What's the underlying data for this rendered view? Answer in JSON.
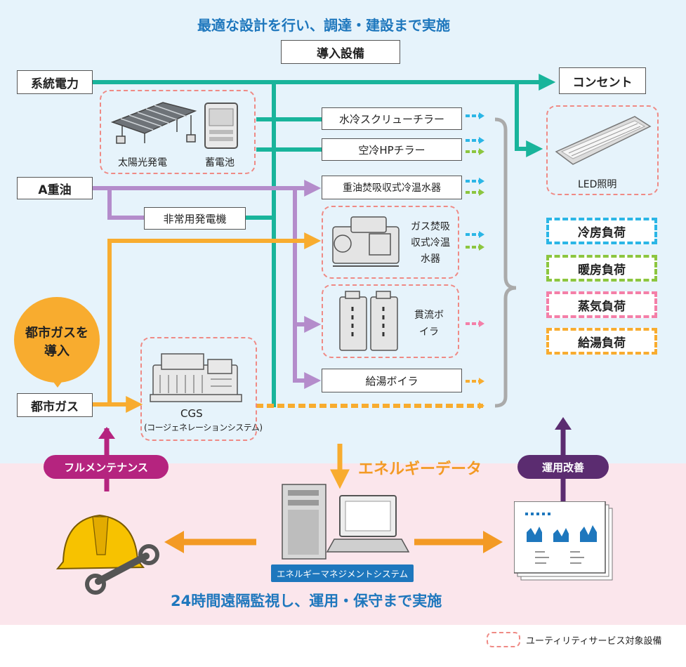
{
  "header": {
    "title": "最適な設計を行い、調達・建設まで実施",
    "equipment_label": "導入設備"
  },
  "sources": {
    "grid": "系統電力",
    "heavy_oil": "A重油",
    "city_gas": "都市ガス",
    "city_gas_callout": "都市ガスを導入"
  },
  "equipment": {
    "solar": "太陽光発電",
    "battery": "蓄電池",
    "emergency_gen": "非常用発電機",
    "cgs_line1": "CGS",
    "cgs_line2": "(コージェネレーションシステム)",
    "water_screw": "水冷スクリューチラー",
    "air_hp": "空冷HPチラー",
    "oil_absorption": "重油焚吸収式冷温水器",
    "gas_absorption": "ガス焚吸収式冷温水器",
    "oncethrough_boiler": "貫流ボイラ",
    "hotwater_boiler": "給湯ボイラ",
    "outlet": "コンセント",
    "led": "LED照明"
  },
  "loads": [
    {
      "label": "冷房負荷",
      "color": "#2bb6e6"
    },
    {
      "label": "暖房負荷",
      "color": "#8cc63f"
    },
    {
      "label": "蒸気負荷",
      "color": "#f47fa8"
    },
    {
      "label": "給湯負荷",
      "color": "#f8ac2f"
    }
  ],
  "bottom": {
    "full_maintenance": "フルメンテナンス",
    "energy_data": "エネルギーデータ",
    "operation_improvement": "運用改善",
    "ems": "エネルギーマネジメントシステム",
    "monitoring": "24時間遠隔監視し、運用・保守まで実施"
  },
  "legend": "ユーティリティサービス対象設備",
  "colors": {
    "electric": "#19b49b",
    "oil": "#b48ccb",
    "gas": "#f8ac2f",
    "blue": "#1e77bd",
    "magenta": "#b5247f",
    "purple": "#5b2c70",
    "dashed_border": "#ef8a85"
  }
}
